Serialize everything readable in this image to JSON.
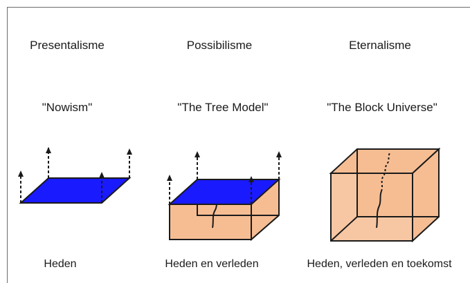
{
  "columns": [
    {
      "title": "Presentalisme",
      "subtitle": "\"Nowism\"",
      "caption": "Heden"
    },
    {
      "title": "Possibilisme",
      "subtitle": "\"The Tree Model\"",
      "caption": "Heden en verleden"
    },
    {
      "title": "Eternalisme",
      "subtitle": "\"The Block Universe\"",
      "caption": "Heden, verleden en toekomst"
    }
  ],
  "colors": {
    "plane": "#1a1aff",
    "block": "#f6bd93",
    "line": "#1a1a1a"
  }
}
